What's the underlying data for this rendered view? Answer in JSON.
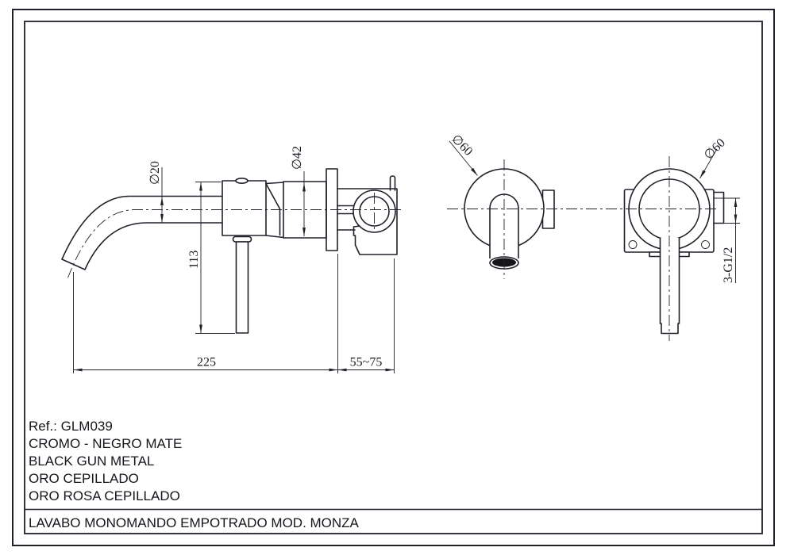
{
  "drawing": {
    "reference": "Ref.: GLM039",
    "finishes": [
      "CROMO - NEGRO MATE",
      "BLACK GUN METAL",
      "ORO CEPILLADO",
      "ORO ROSA CEPILLADO"
    ],
    "title": "LAVABO MONOMANDO EMPOTRADO MOD. MONZA"
  },
  "dimensions": {
    "spout_tube_diameter": "∅20",
    "body_diameter": "∅42",
    "drop_height": "113",
    "spout_reach": "225",
    "wall_depth_range": "55~75",
    "spout_escutcheon_diameter": "∅60",
    "handle_escutcheon_diameter": "∅60",
    "thread_connections": "3-G1/2"
  },
  "colors": {
    "line": "#20202a",
    "paper": "#ffffff",
    "spout_opening": "#15151a"
  }
}
